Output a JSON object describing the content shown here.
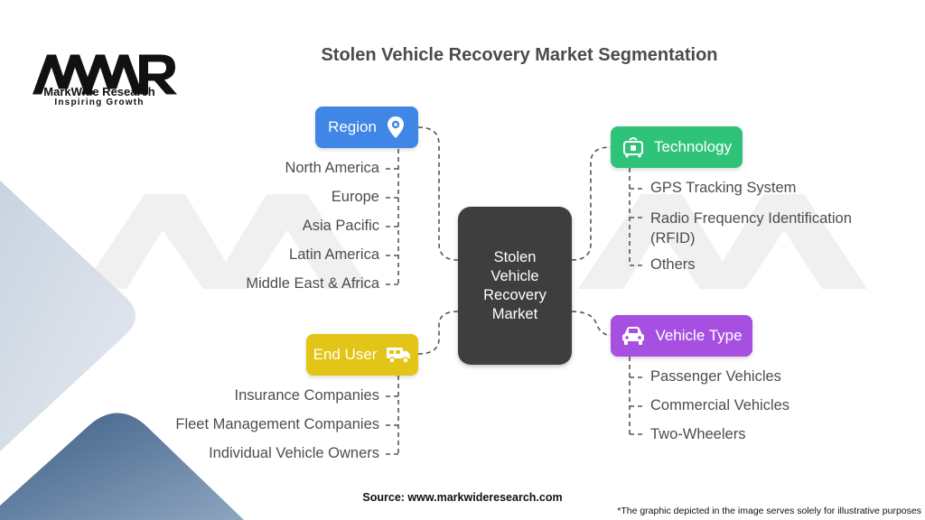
{
  "brand": {
    "name": "MarkWide Research",
    "tagline": "Inspiring Growth",
    "logo_letters": "MWR"
  },
  "title": "Stolen Vehicle Recovery Market Segmentation",
  "center": {
    "label": "Stolen\nVehicle\nRecovery\nMarket",
    "color": "#3e3e3e"
  },
  "segments": {
    "region": {
      "label": "Region",
      "color": "#3f86e6",
      "icon": "location-pin-gear-icon",
      "items": [
        "North America",
        "Europe",
        "Asia Pacific",
        "Latin America",
        "Middle East & Africa"
      ]
    },
    "technology": {
      "label": "Technology",
      "color": "#2fc37a",
      "icon": "gps-device-icon",
      "items": [
        "GPS Tracking System",
        "Radio Frequency Identification\n(RFID)",
        "Others"
      ]
    },
    "end_user": {
      "label": "End User",
      "color": "#e2c516",
      "icon": "truck-icon",
      "items": [
        "Insurance Companies",
        "Fleet Management Companies",
        "Individual Vehicle Owners"
      ]
    },
    "vehicle_type": {
      "label": "Vehicle Type",
      "color": "#a74fe0",
      "icon": "car-icon",
      "items": [
        "Passenger Vehicles",
        "Commercial Vehicles",
        "Two-Wheelers"
      ]
    }
  },
  "source": "Source: www.markwideresearch.com",
  "disclaimer": "*The graphic depicted in the image serves solely for illustrative purposes"
}
